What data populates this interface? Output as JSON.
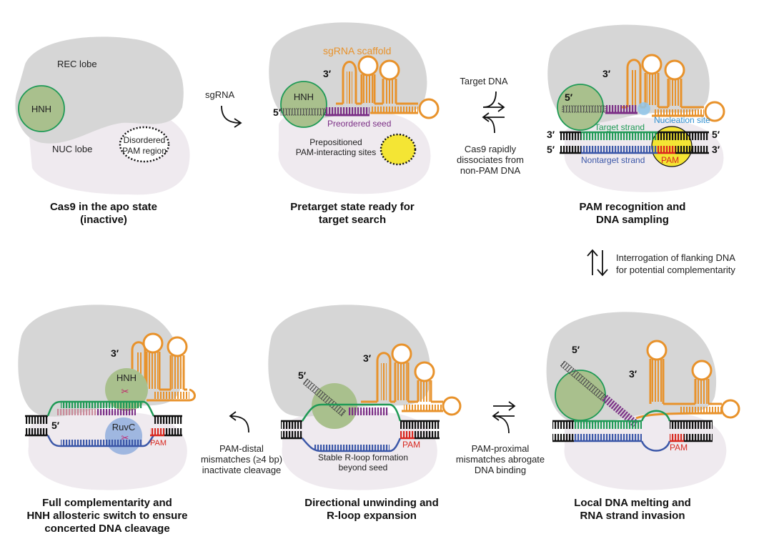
{
  "panels": {
    "p1": {
      "caption1": "Cas9 in the apo state",
      "caption2": "(inactive)",
      "rec_lobe": "REC lobe",
      "nuc_lobe": "NUC lobe",
      "hnh": "HNH",
      "disordered1": "Disordered",
      "disordered2": "PAM region"
    },
    "p2": {
      "caption1": "Pretarget state ready for",
      "caption2": "target search",
      "scaffold": "sgRNA scaffold",
      "hnh": "HNH",
      "seed": "Preordered seed",
      "prepos1": "Prepositioned",
      "prepos2": "PAM-interacting sites",
      "three_prime": "3′",
      "five_prime": "5′"
    },
    "p3": {
      "caption1": "PAM recognition and",
      "caption2": "DNA sampling",
      "nucleation": "Nucleation site",
      "target_strand": "Target strand",
      "nontarget_strand": "Nontarget strand",
      "pam": "PAM",
      "three_prime_top": "3′",
      "five_prime_rna": "5′",
      "left_3": "3′",
      "left_5": "5′",
      "right_5": "5′",
      "right_3": "3′"
    },
    "p4": {
      "caption1": "Local DNA melting and",
      "caption2": "RNA strand invasion",
      "pam": "PAM",
      "five_prime": "5′",
      "three_prime": "3′"
    },
    "p5": {
      "caption1": "Directional unwinding and",
      "caption2": "R-loop expansion",
      "stable1": "Stable R-loop formation",
      "stable2": "beyond seed",
      "pam": "PAM",
      "five_prime": "5′",
      "three_prime": "3′"
    },
    "p6": {
      "caption1": "Full complementarity and",
      "caption2": "HNH allosteric switch to ensure",
      "caption3": "concerted DNA cleavage",
      "hnh": "HNH",
      "ruvc": "RuvC",
      "pam": "PAM",
      "five_prime": "5′",
      "three_prime": "3′"
    }
  },
  "arrows": {
    "sgrna": "sgRNA",
    "target_dna": "Target DNA",
    "dissoc1": "Cas9 rapidly",
    "dissoc2": "dissociates from",
    "dissoc3": "non-PAM DNA",
    "interrog1": "Interrogation of flanking DNA",
    "interrog2": "for potential complementarity",
    "proximal1": "PAM-proximal",
    "proximal2": "mismatches abrogate",
    "proximal3": "DNA binding",
    "distal1": "PAM-distal",
    "distal2": "mismatches (≥4 bp)",
    "distal3": "inactivate cleavage"
  },
  "colors": {
    "protein_gray": "#d6d6d6",
    "nuc_light": "#efeaef",
    "hnh_green": "#a9c08d",
    "sgrna_orange": "#e8922b",
    "seed_purple": "#7b2f86",
    "target_green": "#1f9a56",
    "nontarget_blue": "#3b57a8",
    "pam_red": "#d8281f",
    "pam_yellow": "#f4e534",
    "ruvc_blue": "#9fb7e0"
  }
}
